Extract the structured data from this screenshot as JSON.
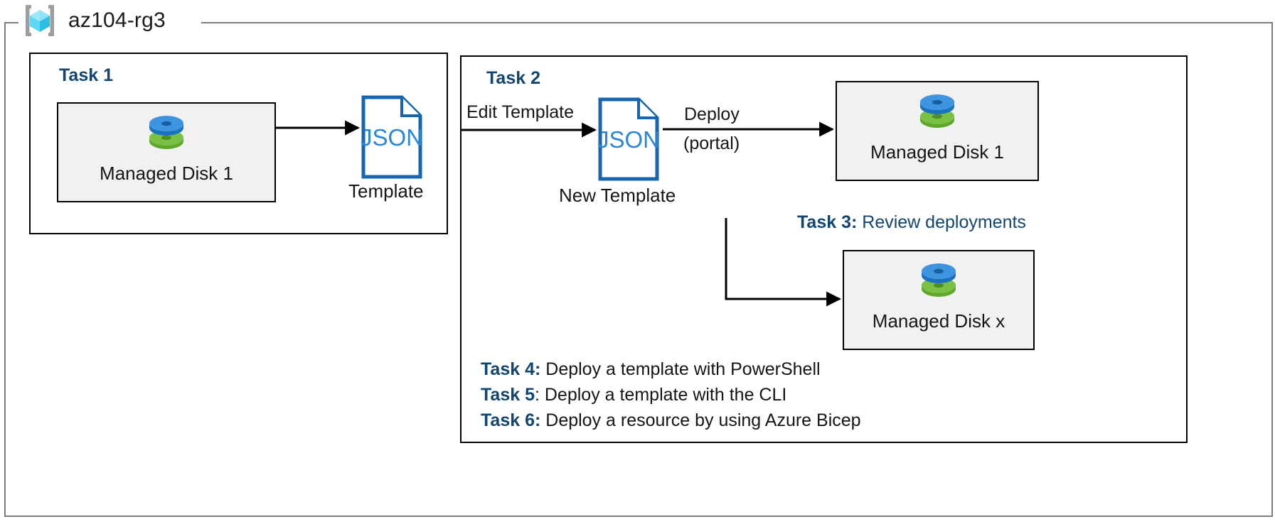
{
  "resource_group": {
    "name": "az104-rg3",
    "icon": "azure-resource-group-cube-icon"
  },
  "task1": {
    "title": "Task 1",
    "resource": {
      "label": "Managed Disk 1",
      "icon": "managed-disk-icon"
    },
    "template": {
      "doc_text": "JSON",
      "caption": "Template",
      "icon": "json-document-icon"
    }
  },
  "task2": {
    "title": "Task 2",
    "edge_edit_label": "Edit Template",
    "new_template": {
      "doc_text": "JSON",
      "caption": "New Template",
      "icon": "json-document-icon"
    },
    "edge_deploy_label": "Deploy",
    "edge_deploy_sublabel": "(portal)",
    "deployed_disk_top": {
      "label": "Managed Disk 1",
      "icon": "managed-disk-icon"
    },
    "deployed_disk_bottom": {
      "label": "Managed Disk x",
      "icon": "managed-disk-icon"
    }
  },
  "notes": {
    "task3": {
      "key": "Task 3:",
      "value": "Review deployments",
      "value_color": "blue"
    },
    "task4": {
      "key": "Task 4:",
      "value": "Deploy a template with PowerShell",
      "value_color": "black"
    },
    "task5": {
      "key": "Task 5",
      "value": ": Deploy a template with the CLI",
      "value_color": "black"
    },
    "task6": {
      "key": "Task 6:",
      "value": "Deploy a resource by using Azure Bicep",
      "value_color": "black"
    }
  },
  "colors": {
    "accent_blue": "#12456f",
    "json_blue": "#1566b0",
    "card_fill": "#f1f1f1",
    "frame_gray": "#7c7c7c",
    "disk_blue": "#3d94e0",
    "disk_green": "#76bc2d",
    "cube_cyan": "#5fd8f5"
  }
}
